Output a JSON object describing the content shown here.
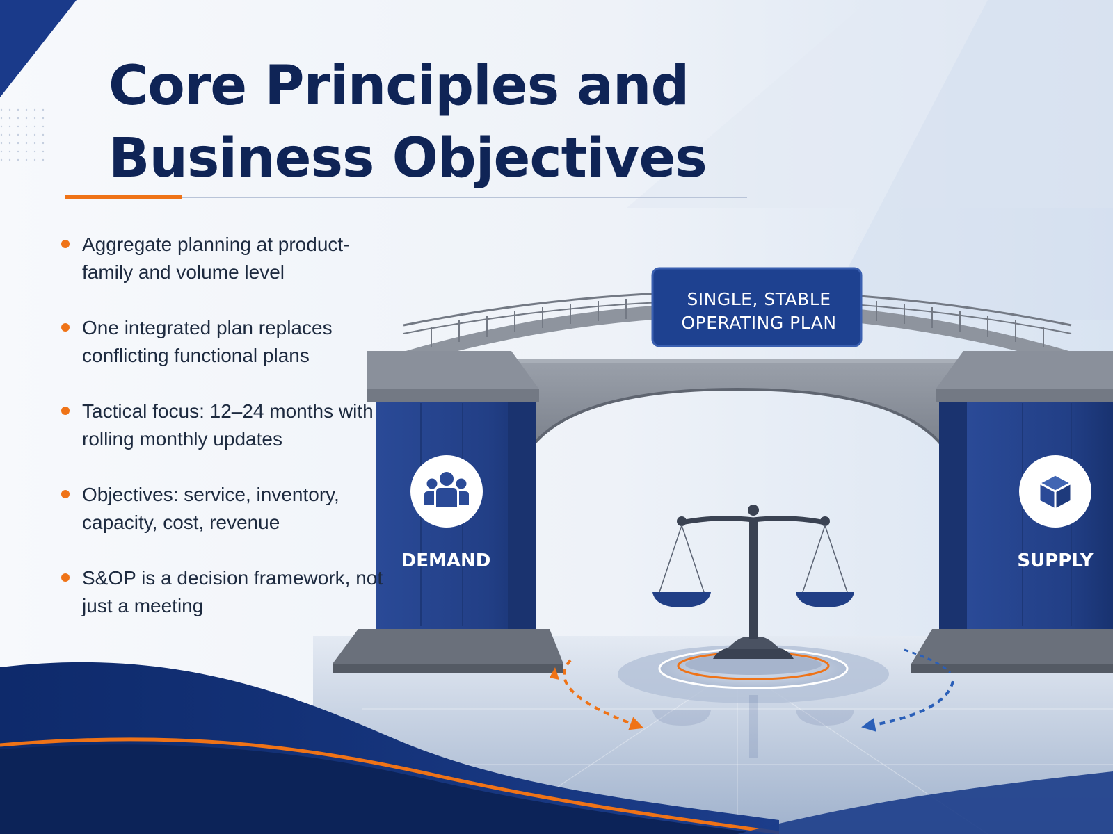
{
  "title": "Core Principles and Business Objectives",
  "bullets": [
    "Aggregate planning at product-family and volume level",
    "One integrated plan replaces conflicting functional plans",
    "Tactical focus: 12–24 months with rolling monthly updates",
    "Objectives: service, inventory, capacity, cost, revenue",
    "S&OP is a decision framework, not just a meeting"
  ],
  "bridge": {
    "sign_line1": "SINGLE, STABLE",
    "sign_line2": "OPERATING PLAN",
    "left_pillar": "DEMAND",
    "right_pillar": "SUPPLY"
  },
  "icons": {
    "demand": "people-group-icon",
    "supply": "cube-box-icon",
    "center": "balance-scale-icon"
  },
  "colors": {
    "navy": "#0f2456",
    "pillar_blue": "#27448e",
    "accent_orange": "#ef7317",
    "arrow_blue": "#2a5fb8",
    "stone_gray": "#8a909b"
  }
}
